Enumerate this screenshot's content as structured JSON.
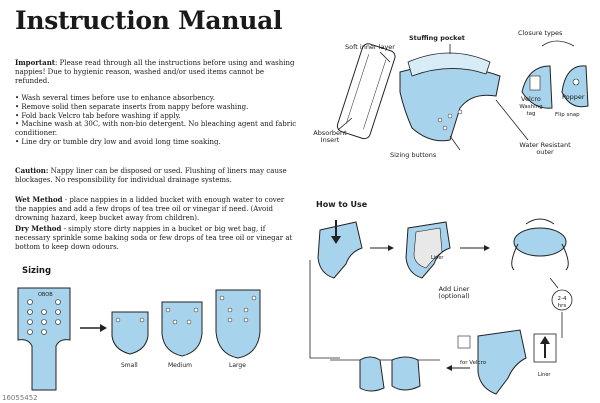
{
  "title": "Instruction Manual",
  "important": {
    "label": "Important",
    "text": ": Please read through all the instructions before using and washing nappies! Due to hygienic reason, washed and/or used items cannot be refunded."
  },
  "bullets": [
    "Wash several times before use to enhance absorbency.",
    "Remove solid then separate inserts from nappy before washing.",
    "Fold back Velcro tab before washing if apply.",
    "Machine wash at 30C, with non-bio detergent. No bleaching agent and fabric conditioner.",
    "Line dry or tumble dry low and avoid long time soaking."
  ],
  "caution": {
    "label": "Caution:",
    "text": " Nappy liner can be disposed or used. Flushing of liners may cause blockages. No responsibility for individual drainage systems."
  },
  "wet_method": {
    "label": "Wet Method",
    "text": " - place nappies in a lidded bucket with enough water to cover the nappies and add a few drops of tea tree oil or vinegar if need. (Avoid drowning hazard, keep bucket away from children)."
  },
  "dry_method": {
    "label": "Dry Method",
    "text": " - simply store dirty nappies in a bucket or big wet bag, if necessary sprinkle some baking soda or few drops of tea tree oil or vinegar at bottom to keep down odours."
  },
  "sizing": {
    "title": "Sizing",
    "labels": [
      "Small",
      "Medium",
      "Large"
    ]
  },
  "diagram_labels": {
    "soft_inner_layer": "Soft inner layer",
    "stuffing_pocket": "Stuffing pocket",
    "closure_types": "Closure types",
    "velcro": "Velcro",
    "popper": "Popper",
    "washing_tag": "Washing tag",
    "flip_snap": "Flip snap",
    "absorbent_insert": "Absorbent Insert",
    "sizing_buttons": "Sizing buttons",
    "water_resistant_outer": "Water Resistant outer"
  },
  "how_to_use": {
    "title": "How to Use",
    "add_liner": "Add Liner (optional)",
    "liner": "Liner",
    "hours": "2-4 hrs",
    "for_velcro": "for Velcro"
  },
  "footer_id": "16055452",
  "colors": {
    "nappy_blue": "#a8d3ec",
    "outline": "#222222"
  }
}
